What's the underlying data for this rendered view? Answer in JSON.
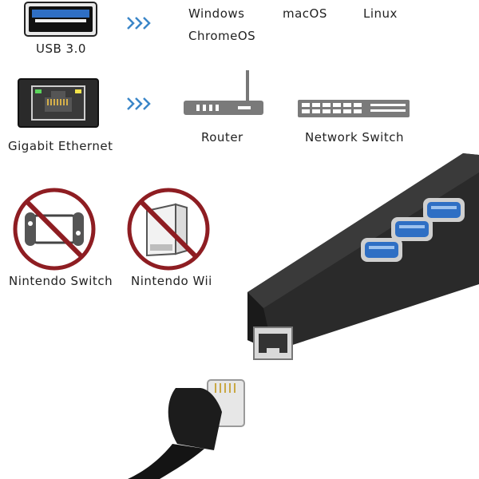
{
  "usb_row": {
    "port_label": "USB 3.0",
    "os_list": [
      "Windows",
      "macOS",
      "Linux",
      "ChromeOS"
    ]
  },
  "ethernet_row": {
    "port_label": "Gigabit Ethernet",
    "targets": [
      "Router",
      "Network Switch"
    ]
  },
  "not_supported": [
    {
      "label": "Nintendo Switch",
      "icon": "nintendo-switch-icon"
    },
    {
      "label": "Nintendo Wii",
      "icon": "nintendo-wii-icon"
    }
  ],
  "colors": {
    "usb_blue": "#2f6fc4",
    "prohibit_red": "#8e1d22",
    "arrow_blue": "#3a86c8",
    "device_gray": "#777777",
    "hub_black": "#1e1e1e"
  }
}
